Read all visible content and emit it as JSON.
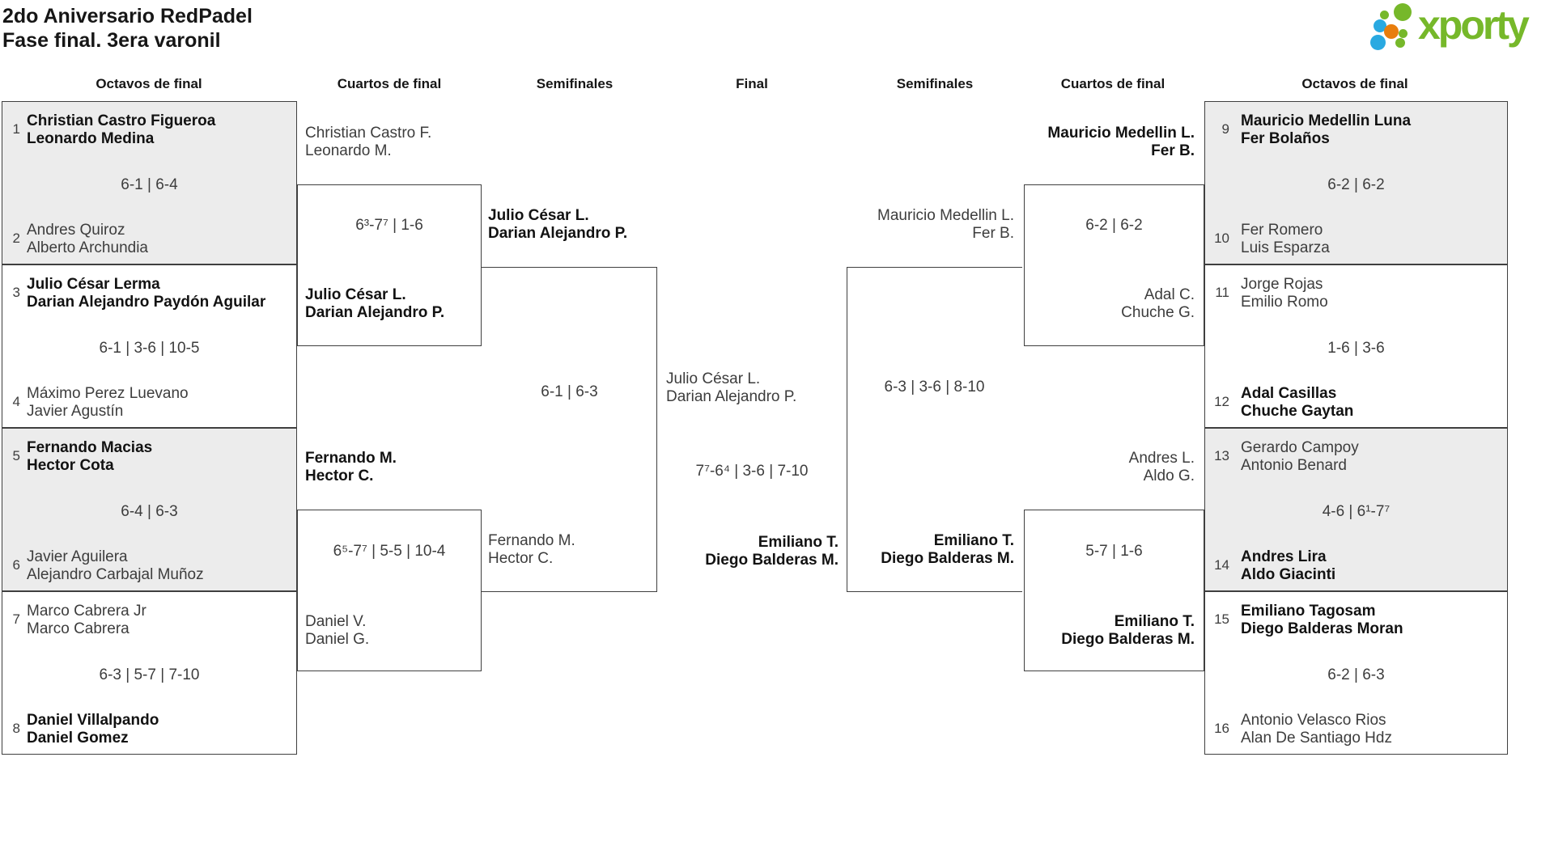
{
  "title": {
    "line1": "2do Aniversario RedPadel",
    "line2": "Fase final. 3era varonil"
  },
  "logo": {
    "text": "xporty",
    "green": "#76b82a",
    "blue": "#29a9e1",
    "orange": "#e87d0d"
  },
  "round_headers": [
    "Octavos de final",
    "Cuartos de final",
    "Semifinales",
    "Final",
    "Semifinales",
    "Cuartos de final",
    "Octavos de final"
  ],
  "octavos_left": [
    {
      "seed_top": "1",
      "team_top": [
        "Christian Castro Figueroa",
        "Leonardo Medina"
      ],
      "top_bold": true,
      "score": "6-1 | 6-4",
      "seed_bottom": "2",
      "team_bottom": [
        "Andres Quiroz",
        "Alberto Archundia"
      ],
      "bottom_bold": false
    },
    {
      "seed_top": "3",
      "team_top": [
        "Julio César Lerma",
        "Darian Alejandro Paydón Aguilar"
      ],
      "top_bold": true,
      "score": "6-1 | 3-6 | 10-5",
      "seed_bottom": "4",
      "team_bottom": [
        "Máximo Perez Luevano",
        "Javier Agustín"
      ],
      "bottom_bold": false
    },
    {
      "seed_top": "5",
      "team_top": [
        "Fernando Macias",
        "Hector Cota"
      ],
      "top_bold": true,
      "score": "6-4 | 6-3",
      "seed_bottom": "6",
      "team_bottom": [
        "Javier Aguilera",
        "Alejandro Carbajal Muñoz"
      ],
      "bottom_bold": false
    },
    {
      "seed_top": "7",
      "team_top": [
        "Marco Cabrera Jr",
        "Marco Cabrera"
      ],
      "top_bold": false,
      "score": "6-3 | 5-7 | 7-10",
      "seed_bottom": "8",
      "team_bottom": [
        "Daniel Villalpando",
        "Daniel Gomez"
      ],
      "bottom_bold": true
    }
  ],
  "octavos_right": [
    {
      "seed_top": "9",
      "team_top": [
        "Mauricio Medellin Luna",
        "Fer Bolaños"
      ],
      "top_bold": true,
      "score": "6-2 | 6-2",
      "seed_bottom": "10",
      "team_bottom": [
        "Fer Romero",
        "Luis Esparza"
      ],
      "bottom_bold": false
    },
    {
      "seed_top": "11",
      "team_top": [
        "Jorge Rojas",
        "Emilio Romo"
      ],
      "top_bold": false,
      "score": "1-6 | 3-6",
      "seed_bottom": "12",
      "team_bottom": [
        "Adal Casillas",
        "Chuche Gaytan"
      ],
      "bottom_bold": true
    },
    {
      "seed_top": "13",
      "team_top": [
        "Gerardo Campoy",
        "Antonio Benard"
      ],
      "top_bold": false,
      "score": "4-6 | 6¹-7⁷",
      "seed_bottom": "14",
      "team_bottom": [
        "Andres Lira",
        "Aldo Giacinti"
      ],
      "bottom_bold": true
    },
    {
      "seed_top": "15",
      "team_top": [
        "Emiliano Tagosam",
        "Diego Balderas Moran"
      ],
      "top_bold": true,
      "score": "6-2 | 6-3",
      "seed_bottom": "16",
      "team_bottom": [
        "Antonio Velasco Rios",
        "Alan De Santiago Hdz"
      ],
      "bottom_bold": false
    }
  ],
  "cuartos_left": [
    {
      "team_top": [
        "Christian Castro F.",
        "Leonardo M."
      ],
      "top_bold": false,
      "score": "6³-7⁷ | 1-6",
      "team_bottom": [
        "Julio César L.",
        "Darian Alejandro P."
      ],
      "bottom_bold": true
    },
    {
      "team_top": [
        "Fernando M.",
        "Hector C."
      ],
      "top_bold": true,
      "score": "6⁵-7⁷ | 5-5 | 10-4",
      "team_bottom": [
        "Daniel V.",
        "Daniel G."
      ],
      "bottom_bold": false
    }
  ],
  "cuartos_right": [
    {
      "team_top": [
        "Mauricio Medellin L.",
        "Fer B."
      ],
      "top_bold": true,
      "score": "6-2 | 6-2",
      "team_bottom": [
        "Adal C.",
        "Chuche G."
      ],
      "bottom_bold": false
    },
    {
      "team_top": [
        "Andres L.",
        "Aldo G."
      ],
      "top_bold": false,
      "score": "5-7 | 1-6",
      "team_bottom": [
        "Emiliano T.",
        "Diego Balderas M."
      ],
      "bottom_bold": true
    }
  ],
  "semifinal_left": {
    "team_top": [
      "Julio César L.",
      "Darian Alejandro P."
    ],
    "top_bold": true,
    "score": "6-1 | 6-3",
    "team_bottom": [
      "Fernando M.",
      "Hector C."
    ],
    "bottom_bold": false
  },
  "semifinal_right": {
    "team_top": [
      "Mauricio Medellin L.",
      "Fer B."
    ],
    "top_bold": false,
    "score": "6-3 | 3-6 | 8-10",
    "team_bottom": [
      "Emiliano T.",
      "Diego Balderas M."
    ],
    "bottom_bold": true
  },
  "final": {
    "team_left": [
      "Julio César L.",
      "Darian Alejandro P."
    ],
    "left_bold": false,
    "score": "7⁷-6⁴ | 3-6 | 7-10",
    "team_right": [
      "Emiliano T.",
      "Diego Balderas M."
    ],
    "right_bold": true
  }
}
